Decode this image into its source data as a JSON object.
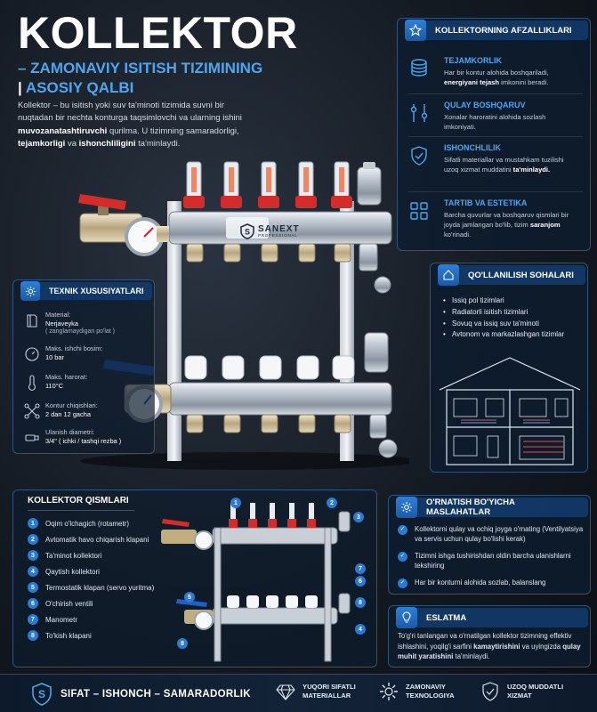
{
  "header": {
    "title": "KOLLEKTOR",
    "subtitle_line1": "– ZAMONAVIY ISITISH TIZIMINING",
    "subtitle_line2": "ASOSIY QALBI",
    "intro_part1": "Kollektor – bu isitish yoki suv ta'minoti tizimida suvni bir nuqtadan bir nechta konturga taqsimlovchi va ularning ishini ",
    "intro_bold1": "muvozanatashtiruvchi",
    "intro_part2": " qurilma. U tizimning samaradorligi, ",
    "intro_bold2": "tejamkorligi",
    "intro_part3": " va ",
    "intro_bold3": "ishonchliligini",
    "intro_part4": " ta'minlaydi."
  },
  "brand": {
    "name": "SANEXT",
    "tag": "PROFESSIONAL"
  },
  "advantages": {
    "title": "KOLLEKTORNING AFZALLIKLARI",
    "items": [
      {
        "icon": "coins-icon",
        "title": "TEJAMKORLIK",
        "d1": "Har bir kontur alohida boshqariladi, ",
        "b": "energiyani tejash",
        "d2": " imkonini beradi."
      },
      {
        "icon": "sliders-icon",
        "title": "QULAY BOSHQARUV",
        "d1": "Xonalar haroratini alohida sozlash imkoniyati.",
        "b": "",
        "d2": ""
      },
      {
        "icon": "shield-icon",
        "title": "ISHONCHLILIK",
        "d1": "Sifatli materiallar va mustahkam tuzilishi uzoq xizmat muddatini ",
        "b": "ta'minlaydi.",
        "d2": ""
      },
      {
        "icon": "grid-icon",
        "title": "TARTIB VA ESTETIKA",
        "d1": "Barcha quvurlar va boshqaruv qismlari bir joyda jamlangan bo'lib, tizim ",
        "b": "saranjom",
        "d2": " ko'rinadi."
      }
    ]
  },
  "specs": {
    "title": "TEXNIK XUSUSIYATLARI",
    "items": [
      {
        "icon": "material-icon",
        "label": "Material:",
        "value": "Nerjaveyka",
        "note": "( zanglamaydigan po'lat )"
      },
      {
        "icon": "pressure-icon",
        "label": "Maks. ishchi bosim:",
        "value": "10 bar",
        "note": ""
      },
      {
        "icon": "thermometer-icon",
        "label": "Maks. harorat:",
        "value": "110°C",
        "note": ""
      },
      {
        "icon": "branch-icon",
        "label": "Kontur chiqishlari:",
        "value": "2 dan 12 gacha",
        "note": ""
      },
      {
        "icon": "diameter-icon",
        "label": "Ulanish diametri:",
        "value": "3/4\" ( ichki / tashqi rezba )",
        "note": ""
      }
    ]
  },
  "applications": {
    "title": "QO'LLANILISH SOHALARI",
    "items": [
      "Issiq pol tizimlari",
      "Radiatorli isitish tizimlari",
      "Sovuq va issiq suv ta'minoti",
      "Avtonom va markazlashgan tizimlar"
    ]
  },
  "parts": {
    "title": "KOLLEKTOR QISMLARI",
    "items": [
      {
        "n": "1",
        "label": "Oqim o'lchagich (rotametr)"
      },
      {
        "n": "2",
        "label": "Avtomatik havo chiqarish klapani"
      },
      {
        "n": "3",
        "label": "Ta'minot kollektori"
      },
      {
        "n": "4",
        "label": "Qaytish kollektori"
      },
      {
        "n": "5",
        "label": "Termostatik klapan (servo yuritma)"
      },
      {
        "n": "6",
        "label": "O'chirish ventili"
      },
      {
        "n": "7",
        "label": "Manometr"
      },
      {
        "n": "8",
        "label": "To'kish klapani"
      }
    ]
  },
  "installation": {
    "title": "O'RNATISH BO'YICHA MASLAHATLAR",
    "items": [
      "Kollektorni qulay va ochiq joyga o'rnating (Ventilyatsiya va servis uchun qulay bo'lishi kerak)",
      "Tizimni ishga tushirishdan oldin barcha ulanishlarni tekshiring",
      "Har bir konturni alohida sozlab, balanslang"
    ]
  },
  "note": {
    "title": "ESLATMA",
    "t1": "To'g'ri tanlangan va o'rnatilgan kollektor tizimning effektiv ishlashini, yoqilg'i sarfini ",
    "b1": "kamaytirishini",
    "t2": " va uyingizda ",
    "b2": "qulay muhit yaratishini",
    "t3": " ta'minlaydi."
  },
  "footer": {
    "slogan": "SIFAT – ISHONCH – SAMARADORLIK",
    "items": [
      {
        "icon": "diamond-icon",
        "l1": "YUQORI SIFATLI",
        "l2": "MATERIALLAR"
      },
      {
        "icon": "gear-icon",
        "l1": "ZAMONAVIY",
        "l2": "TEXNOLOGIYA"
      },
      {
        "icon": "check-shield-icon",
        "l1": "UZOQ MUDDATLI",
        "l2": "XIZMAT"
      }
    ]
  },
  "colors": {
    "accent": "#2b7ad6",
    "highlight": "#4ea6f0",
    "valve_red": "#d42b2b",
    "valve_blue": "#1f5fc4"
  }
}
